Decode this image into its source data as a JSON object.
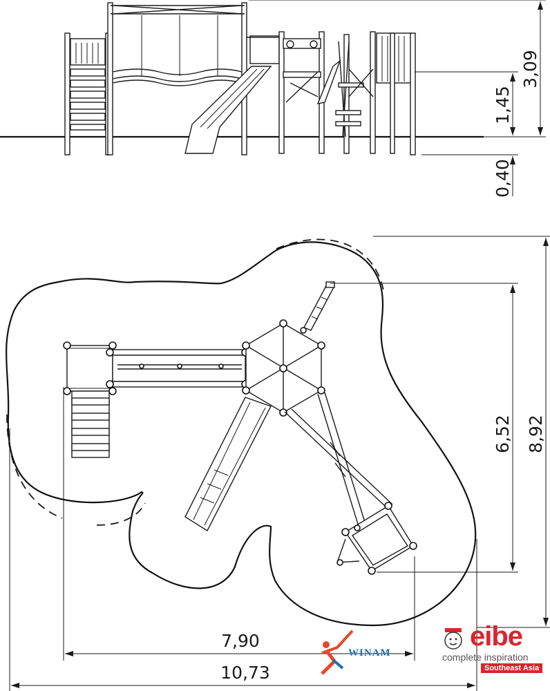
{
  "dimensions": {
    "elevation_total_height": "3,09",
    "elevation_platform_height": "1,45",
    "elevation_foundation_depth": "0,40",
    "plan_inner_depth": "6,52",
    "plan_outer_depth": "8,92",
    "plan_inner_width": "7,90",
    "plan_outer_width": "10,73"
  },
  "logos": {
    "winam": {
      "name": "WINAM",
      "colors": {
        "primary": "#1e6fb8",
        "accent": "#e8462a"
      }
    },
    "eibe": {
      "name": "eibe",
      "tagline": "complete inspiration",
      "region": "Southeast Asia",
      "colors": {
        "primary": "#d9252f",
        "text": "#555555"
      }
    }
  }
}
